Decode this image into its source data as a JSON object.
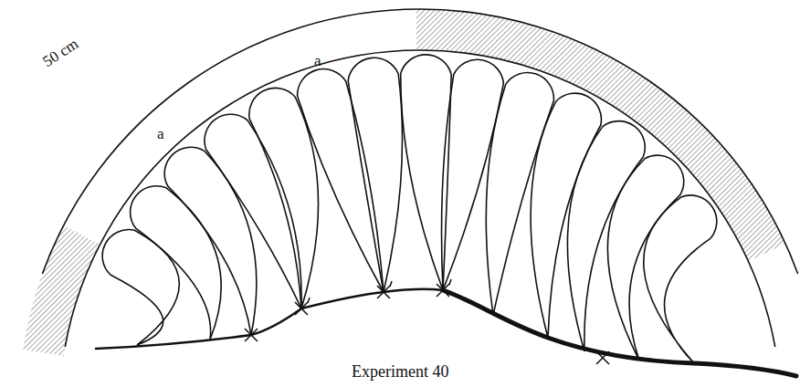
{
  "diagram": {
    "caption": "Experiment 40",
    "labels": [
      "50 cm",
      "a",
      "a"
    ]
  }
}
